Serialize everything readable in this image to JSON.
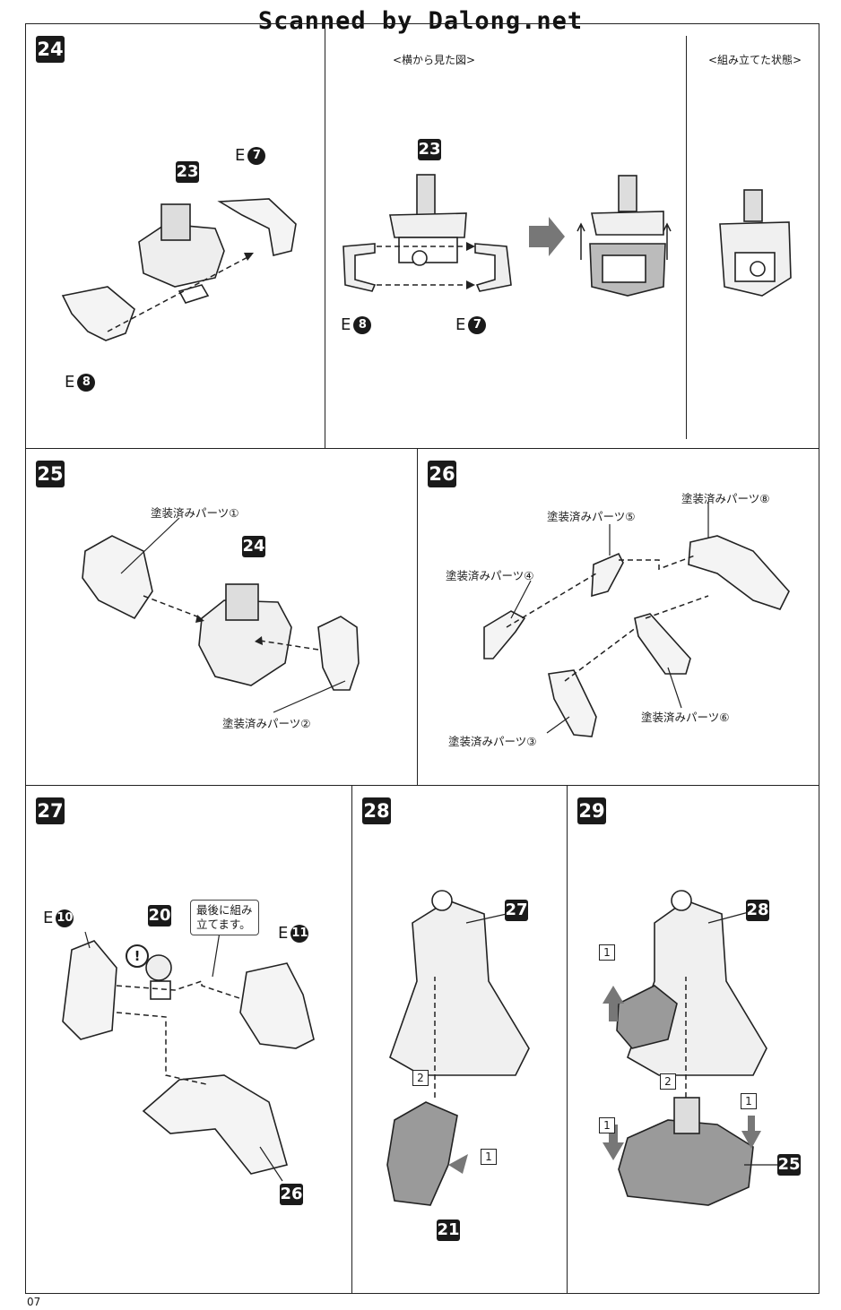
{
  "watermark": "Scanned by Dalong.net",
  "page_number": "07",
  "steps": {
    "s24": {
      "number": "24",
      "captions": {
        "side_view": "<横から見た図>",
        "assembled": "<組み立てた状態>"
      },
      "parts": {
        "p23a": "23",
        "p23b": "23"
      },
      "e_labels": {
        "e7a": "E",
        "e7a_n": "7",
        "e8a": "E",
        "e8a_n": "8",
        "e8b": "E",
        "e8b_n": "8",
        "e7b": "E",
        "e7b_n": "7"
      }
    },
    "s25": {
      "number": "25",
      "parts": {
        "p24": "24"
      },
      "labels": {
        "painted1": "塗装済みパーツ①",
        "painted2": "塗装済みパーツ②"
      }
    },
    "s26": {
      "number": "26",
      "labels": {
        "painted8": "塗装済みパーツ⑧",
        "painted5": "塗装済みパーツ⑤",
        "painted4": "塗装済みパーツ④",
        "painted6": "塗装済みパーツ⑥",
        "painted3": "塗装済みパーツ③"
      }
    },
    "s27": {
      "number": "27",
      "parts": {
        "p20": "20",
        "p26": "26"
      },
      "e_labels": {
        "e10": "E",
        "e10_n": "10",
        "e11": "E",
        "e11_n": "11"
      },
      "note_line1": "最後に組み",
      "note_line2": "立てます。",
      "exclaim": "!"
    },
    "s28": {
      "number": "28",
      "parts": {
        "p27": "27",
        "p21": "21"
      },
      "boxes": {
        "b2": "2",
        "b1": "1"
      }
    },
    "s29": {
      "number": "29",
      "parts": {
        "p28": "28",
        "p25": "25"
      },
      "boxes": {
        "b1a": "1",
        "b2": "2",
        "b1b": "1",
        "b1c": "1"
      }
    }
  }
}
